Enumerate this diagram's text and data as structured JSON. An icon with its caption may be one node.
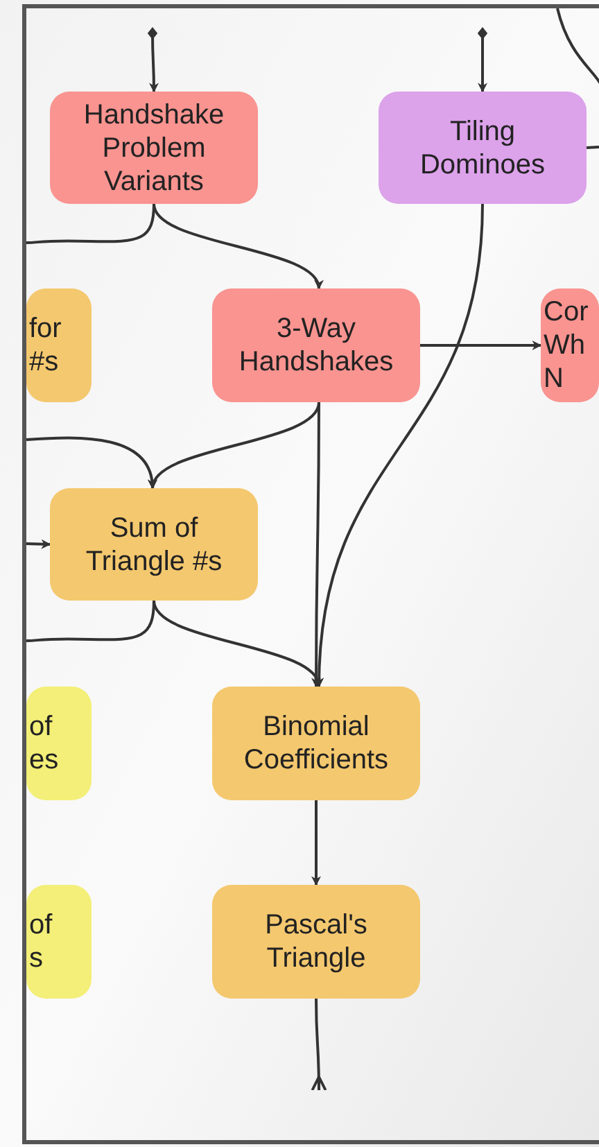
{
  "diagram": {
    "nodes": [
      {
        "text": [
          "Handshake Problem Variants"
        ]
      },
      {
        "text": [
          "Tiling Dominoes"
        ]
      },
      {
        "text": [
          "for #s"
        ]
      },
      {
        "text": [
          "3-Way Handshakes"
        ]
      },
      {
        "text": [
          "Cor Wh N"
        ]
      },
      {
        "text": [
          "Sum of Triangle #s"
        ]
      },
      {
        "text": [
          "of es"
        ]
      },
      {
        "text": [
          "Binomial Coefficients"
        ]
      },
      {
        "text": [
          "of s"
        ]
      },
      {
        "text": [
          "Pascal's Triangle"
        ]
      }
    ],
    "edges": [
      {
        "from": null,
        "to": 0,
        "arrow": "to"
      },
      {
        "from": null,
        "to": 1,
        "arrow": "to"
      },
      {
        "from": 0,
        "to": 3,
        "arrow": "to"
      },
      {
        "from": 0,
        "to": null,
        "arrow": "none"
      },
      {
        "from": 1,
        "to": null,
        "arrow": "none"
      },
      {
        "from": 3,
        "to": 4,
        "arrow": "to"
      },
      {
        "from": 1,
        "to": 7,
        "arrow": "to"
      },
      {
        "from": 3,
        "to": 5,
        "arrow": "to"
      },
      {
        "from": null,
        "to": 5,
        "arrow": "to"
      },
      {
        "from": null,
        "to": 5,
        "arrow": "to"
      },
      {
        "from": 3,
        "to": 7,
        "arrow": "to"
      },
      {
        "from": 5,
        "to": 7,
        "arrow": "to"
      },
      {
        "from": 5,
        "to": null,
        "arrow": "none"
      },
      {
        "from": 7,
        "to": 9,
        "arrow": "to"
      },
      {
        "from": 9,
        "to": null,
        "arrow": "other"
      }
    ]
  }
}
